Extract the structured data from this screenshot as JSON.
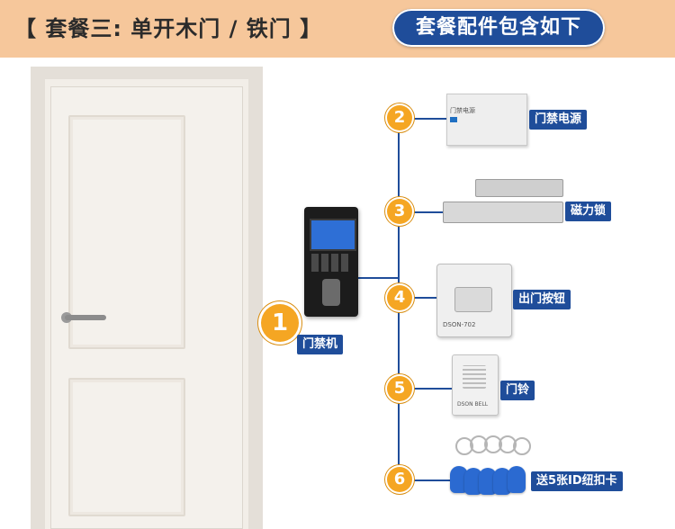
{
  "header": {
    "title": "【 套餐三: 单开木门 / 铁门 】",
    "pill_text": "套餐配件包含如下"
  },
  "items": [
    {
      "number": "1",
      "label": "门禁机"
    },
    {
      "number": "2",
      "label": "门禁电源"
    },
    {
      "number": "3",
      "label": "磁力锁"
    },
    {
      "number": "4",
      "label": "出门按钮"
    },
    {
      "number": "5",
      "label": "门铃"
    },
    {
      "number": "6",
      "label": "送5张ID纽扣卡"
    }
  ],
  "device_text": {
    "power_box": "门禁电源",
    "exit_button": "DSON-702",
    "doorbell": "DSON BELL"
  },
  "colors": {
    "header_bg": "#f6c79b",
    "pill_bg": "#1f4d9a",
    "label_bg": "#1f4d9a",
    "number_circle": "#f5a623"
  }
}
